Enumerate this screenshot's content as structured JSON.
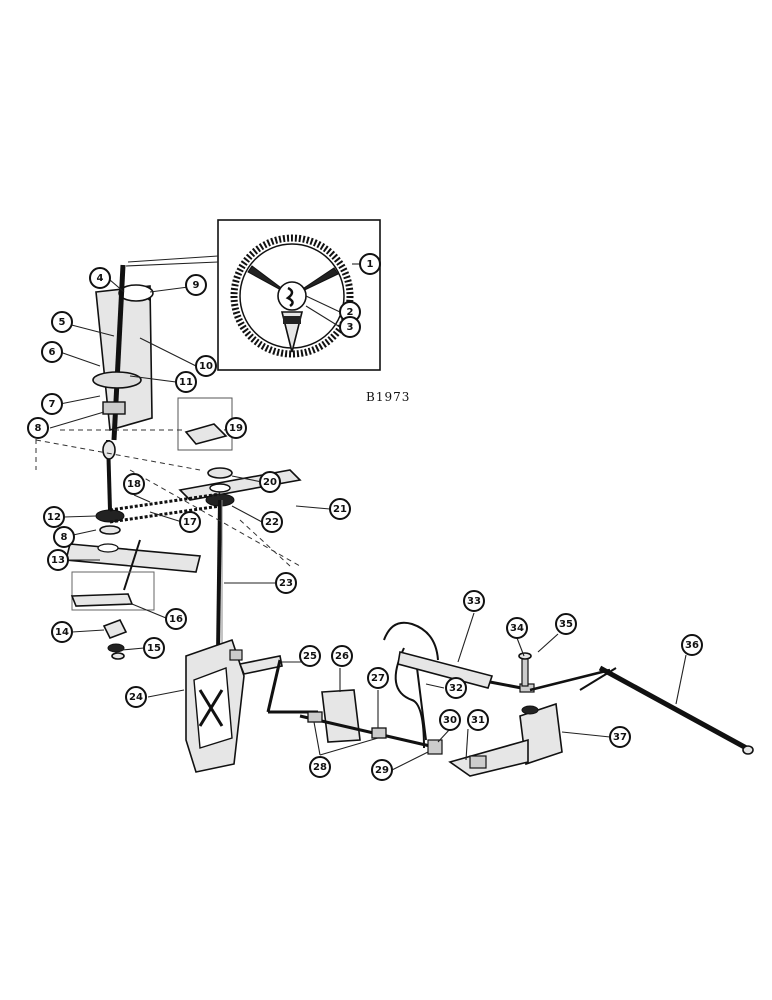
{
  "figure": {
    "code": "B1973",
    "callouts": [
      {
        "label": "1"
      },
      {
        "label": "2"
      },
      {
        "label": "3"
      },
      {
        "label": "4"
      },
      {
        "label": "5"
      },
      {
        "label": "6"
      },
      {
        "label": "7"
      },
      {
        "label": "8"
      },
      {
        "label": "8"
      },
      {
        "label": "9"
      },
      {
        "label": "10"
      },
      {
        "label": "11"
      },
      {
        "label": "12"
      },
      {
        "label": "13"
      },
      {
        "label": "14"
      },
      {
        "label": "15"
      },
      {
        "label": "16"
      },
      {
        "label": "17"
      },
      {
        "label": "18"
      },
      {
        "label": "19"
      },
      {
        "label": "20"
      },
      {
        "label": "21"
      },
      {
        "label": "22"
      },
      {
        "label": "23"
      },
      {
        "label": "24"
      },
      {
        "label": "25"
      },
      {
        "label": "26"
      },
      {
        "label": "27"
      },
      {
        "label": "28"
      },
      {
        "label": "29"
      },
      {
        "label": "30"
      },
      {
        "label": "31"
      },
      {
        "label": "32"
      },
      {
        "label": "33"
      },
      {
        "label": "34"
      },
      {
        "label": "35"
      },
      {
        "label": "36"
      },
      {
        "label": "37"
      }
    ]
  }
}
